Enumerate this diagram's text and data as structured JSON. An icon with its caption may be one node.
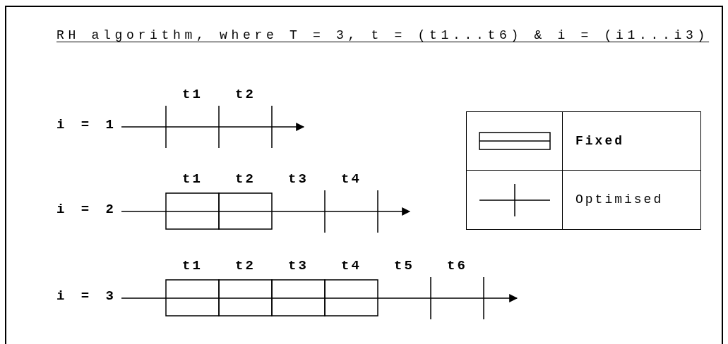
{
  "diagram": {
    "title": "RH algorithm, where T = 3, t = (t1...t6) & i = (i1...i3)",
    "nodes": [
      {
        "text": [
          "i = 1"
        ]
      },
      {
        "text": [
          "i = 2"
        ]
      },
      {
        "text": [
          "i = 3"
        ]
      }
    ],
    "edges": [
      {
        "from": 0,
        "to": null,
        "arrow": "to"
      },
      {
        "from": 1,
        "to": null,
        "arrow": "to"
      },
      {
        "from": 2,
        "to": null,
        "arrow": "to"
      }
    ],
    "labels": [
      "t1",
      "t2",
      "t1",
      "t2",
      "t3",
      "t4",
      "t1",
      "t2",
      "t3",
      "t4",
      "t5",
      "t6"
    ],
    "legend": [
      {
        "text": "Fixed"
      },
      {
        "text": "Optimised"
      }
    ]
  }
}
